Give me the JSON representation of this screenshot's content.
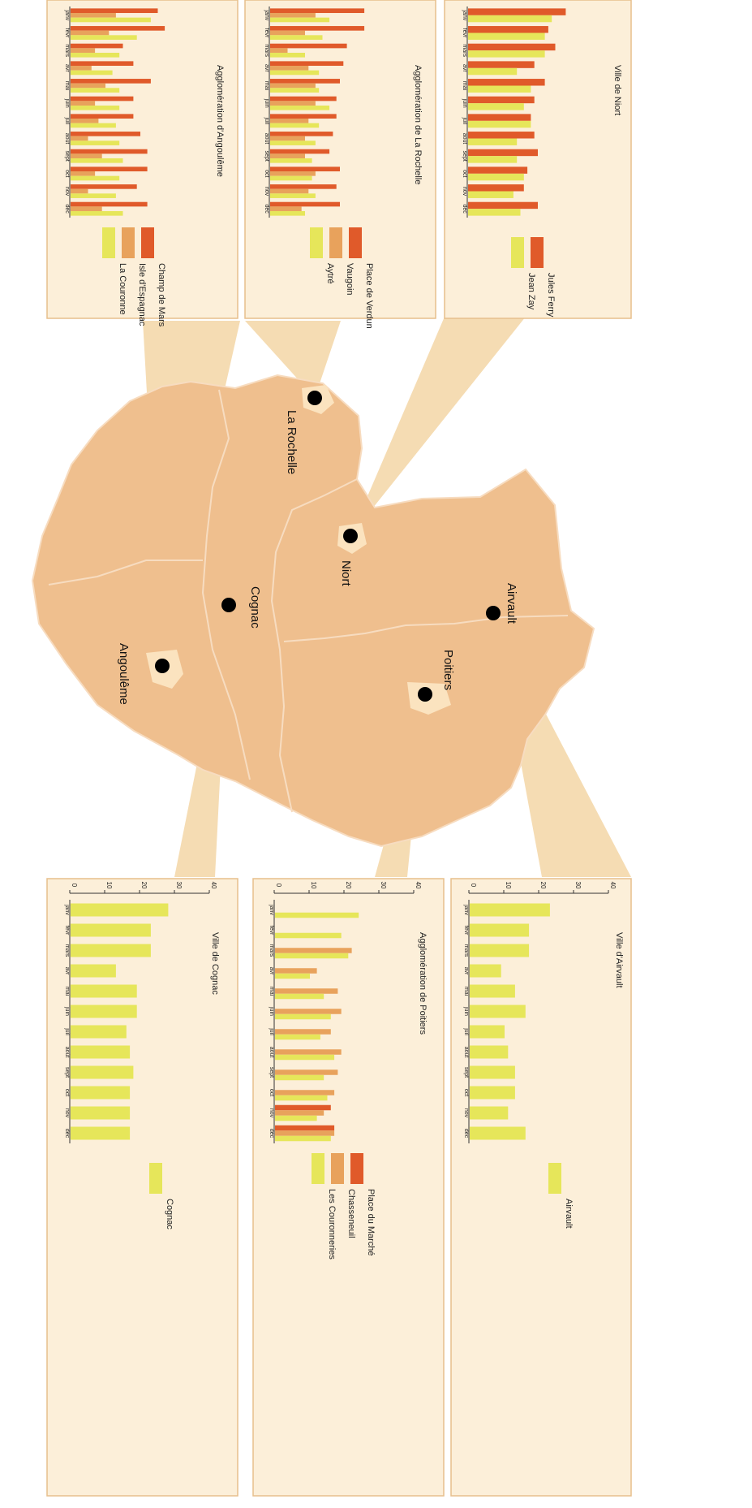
{
  "colors": {
    "orange": "#e05a2a",
    "tan": "#e8a25c",
    "yellow": "#e6e65a",
    "panel": "#fcefd9",
    "map": "#efbf8e",
    "ray": "#f5dcb3"
  },
  "months": [
    "janv",
    "févr",
    "mars",
    "avr",
    "mai",
    "juin",
    "juil",
    "août",
    "sept",
    "oct",
    "nov",
    "déc"
  ],
  "cities": [
    {
      "id": "la-rochelle",
      "label": "La Rochelle"
    },
    {
      "id": "niort",
      "label": "Niort"
    },
    {
      "id": "airvault",
      "label": "Airvault"
    },
    {
      "id": "cognac",
      "label": "Cognac"
    },
    {
      "id": "poitiers",
      "label": "Poitiers"
    },
    {
      "id": "angouleme",
      "label": "Angoulême"
    }
  ],
  "chart_data": [
    {
      "type": "bar",
      "title": "Ville de Niort",
      "categories": [
        "janv",
        "févr",
        "mars",
        "avr",
        "mai",
        "juin",
        "juil",
        "août",
        "sept",
        "oct",
        "nov",
        "déc"
      ],
      "ylim": [
        0,
        40
      ],
      "series": [
        {
          "name": "Jules Ferry",
          "color": "#e05a2a",
          "values": [
            28,
            23,
            25,
            19,
            22,
            19,
            18,
            19,
            20,
            17,
            16,
            20
          ]
        },
        {
          "name": "Jean Zay",
          "color": "#e6e65a",
          "values": [
            24,
            22,
            22,
            14,
            18,
            16,
            18,
            14,
            14,
            16,
            13,
            15
          ]
        }
      ]
    },
    {
      "type": "bar",
      "title": "Agglomération de La Rochelle",
      "categories": [
        "janv",
        "févr",
        "mars",
        "avr",
        "mai",
        "juin",
        "juil",
        "août",
        "sept",
        "oct",
        "nov",
        "déc"
      ],
      "ylim": [
        0,
        40
      ],
      "series": [
        {
          "name": "Place de Verdun",
          "color": "#e05a2a",
          "values": [
            27,
            27,
            22,
            21,
            20,
            19,
            19,
            18,
            17,
            20,
            19,
            20
          ]
        },
        {
          "name": "Vaugoin",
          "color": "#e8a25c",
          "values": [
            13,
            10,
            5,
            11,
            13,
            13,
            11,
            10,
            10,
            13,
            11,
            9
          ]
        },
        {
          "name": "Aytré",
          "color": "#e6e65a",
          "values": [
            17,
            15,
            10,
            14,
            14,
            17,
            14,
            13,
            12,
            12,
            13,
            10
          ]
        }
      ]
    },
    {
      "type": "bar",
      "title": "Agglomération d'Angoulême",
      "categories": [
        "janv",
        "févr",
        "mars",
        "avr",
        "mai",
        "juin",
        "juil",
        "août",
        "sept",
        "oct",
        "nov",
        "déc"
      ],
      "ylim": [
        0,
        40
      ],
      "series": [
        {
          "name": "Champ de Mars",
          "color": "#e05a2a",
          "values": [
            25,
            27,
            15,
            18,
            23,
            18,
            18,
            20,
            22,
            22,
            19,
            22
          ]
        },
        {
          "name": "Isle d'Espagnac",
          "color": "#e8a25c",
          "values": [
            13,
            11,
            7,
            6,
            10,
            7,
            8,
            5,
            9,
            7,
            5,
            9
          ]
        },
        {
          "name": "La Couronne",
          "color": "#e6e65a",
          "values": [
            23,
            19,
            14,
            12,
            14,
            14,
            13,
            14,
            15,
            14,
            13,
            15
          ]
        }
      ]
    },
    {
      "type": "bar",
      "title": "Ville d'Airvault",
      "categories": [
        "janv",
        "févr",
        "mars",
        "avr",
        "mai",
        "juin",
        "juil",
        "août",
        "sept",
        "oct",
        "nov",
        "déc"
      ],
      "ylim": [
        0,
        40
      ],
      "series": [
        {
          "name": "Airvault",
          "color": "#e6e65a",
          "values": [
            23,
            17,
            17,
            9,
            13,
            16,
            10,
            11,
            13,
            13,
            11,
            16
          ]
        }
      ]
    },
    {
      "type": "bar",
      "title": "Agglomération de Poitiers",
      "categories": [
        "janv",
        "févr",
        "mars",
        "avr",
        "mai",
        "juin",
        "juil",
        "août",
        "sept",
        "oct",
        "nov",
        "déc"
      ],
      "ylim": [
        0,
        40
      ],
      "series": [
        {
          "name": "Place du Marché",
          "color": "#e05a2a",
          "values": [
            0,
            0,
            0,
            0,
            0,
            0,
            0,
            0,
            0,
            0,
            16,
            17
          ]
        },
        {
          "name": "Chasseneuil",
          "color": "#e8a25c",
          "values": [
            0,
            0,
            22,
            12,
            18,
            19,
            16,
            19,
            18,
            17,
            14,
            17
          ]
        },
        {
          "name": "Les Couronneries",
          "color": "#e6e65a",
          "values": [
            24,
            19,
            21,
            10,
            14,
            16,
            13,
            17,
            14,
            15,
            12,
            16
          ]
        }
      ]
    },
    {
      "type": "bar",
      "title": "Ville de Cognac",
      "categories": [
        "janv",
        "févr",
        "mars",
        "avr",
        "mai",
        "juin",
        "juil",
        "août",
        "sept",
        "oct",
        "nov",
        "déc"
      ],
      "ylim": [
        0,
        40
      ],
      "series": [
        {
          "name": "Cognac",
          "color": "#e6e65a",
          "values": [
            28,
            23,
            23,
            13,
            19,
            19,
            16,
            17,
            18,
            17,
            17,
            17
          ]
        }
      ]
    }
  ]
}
